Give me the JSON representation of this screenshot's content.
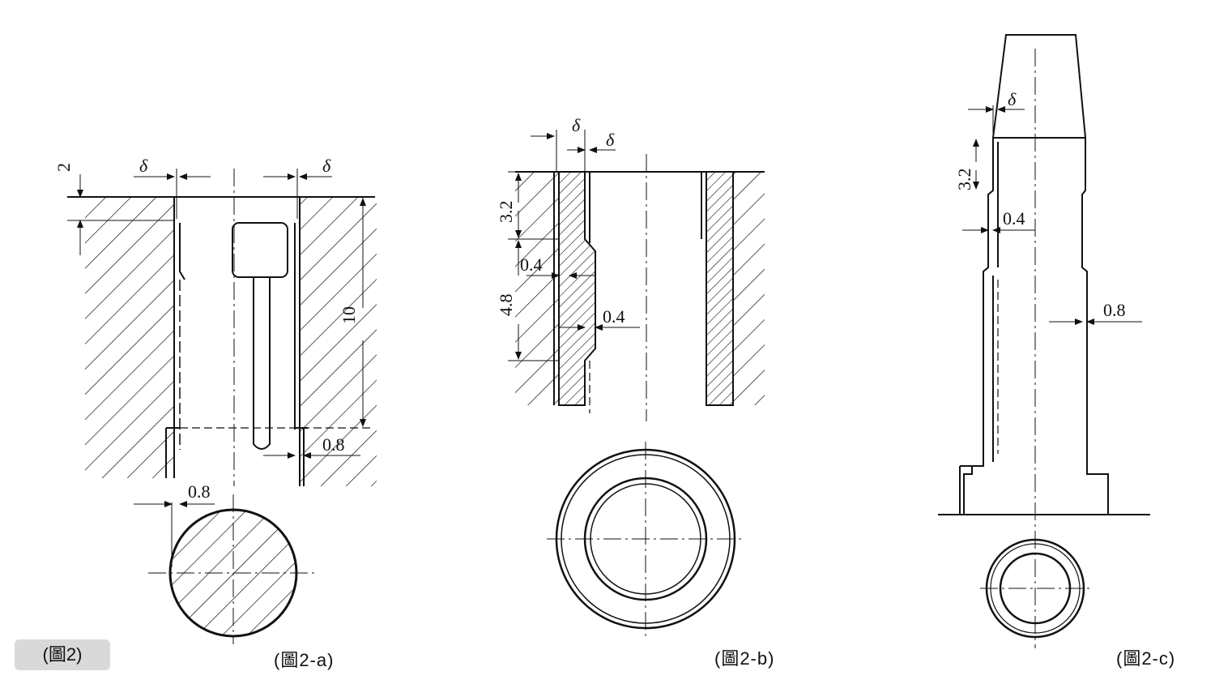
{
  "figure_tag": "(圖2)",
  "captions": {
    "a": "(圖2-a)",
    "b": "(圖2-b)",
    "c": "(圖2-c)"
  },
  "fig_a": {
    "dim_top": "2",
    "delta_left": "δ",
    "delta_right": "δ",
    "dim_height": "10",
    "dim_gap": "0.8",
    "dim_circle": "0.8"
  },
  "fig_b": {
    "delta_1": "δ",
    "delta_2": "δ",
    "dim_upper": "3.2",
    "dim_lower": "4.8",
    "dim_step1": "0.4",
    "dim_step2": "0.4"
  },
  "fig_c": {
    "delta": "δ",
    "dim_upper": "3.2",
    "dim_step": "0.4",
    "dim_gap": "0.8"
  }
}
